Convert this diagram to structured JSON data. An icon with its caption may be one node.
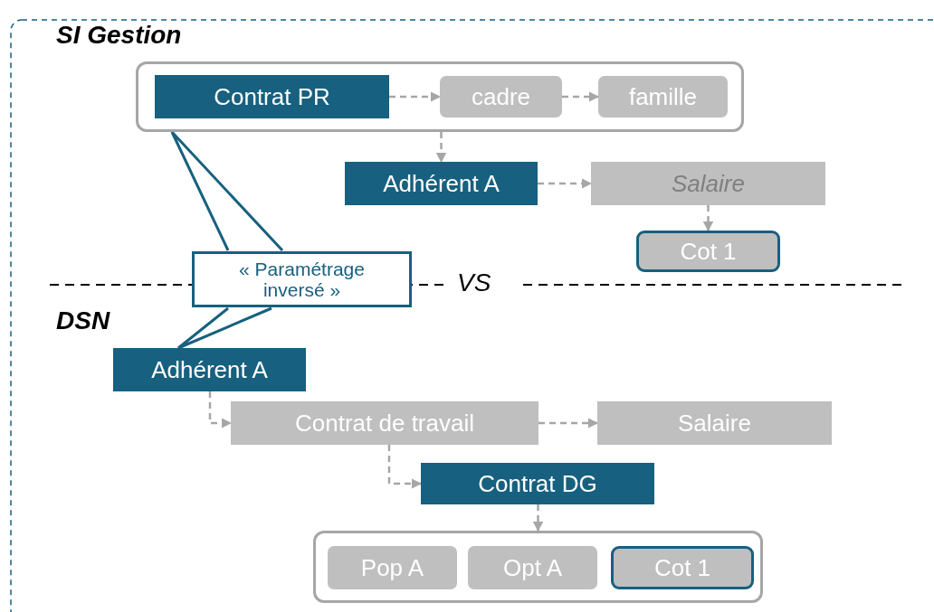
{
  "diagram": {
    "nodes": [
      {
        "text": [],
        "shape": "box"
      },
      {
        "text": [
          "Contrat PR"
        ],
        "in": 0
      },
      {
        "text": [
          "cadre"
        ],
        "in": 0
      },
      {
        "text": [
          "famille"
        ],
        "in": 0
      },
      {
        "text": [
          "Adhérent A"
        ]
      },
      {
        "text": [
          "Salaire"
        ]
      },
      {
        "text": [
          "Cot 1"
        ]
      },
      {
        "text": [
          "« Paramétrage inversé »"
        ]
      },
      {
        "text": [
          "Adhérent A"
        ]
      },
      {
        "text": [
          "Contrat de travail"
        ]
      },
      {
        "text": [
          "Salaire"
        ]
      },
      {
        "text": [
          "Contrat DG"
        ]
      },
      {
        "text": [],
        "shape": "box"
      },
      {
        "text": [
          "Pop A"
        ],
        "in": 12
      },
      {
        "text": [
          "Opt A"
        ],
        "in": 12
      },
      {
        "text": [
          "Cot 1"
        ],
        "in": 12
      }
    ],
    "edges": [
      {
        "from": 1,
        "to": 2,
        "arrow": "to",
        "style": "dashed"
      },
      {
        "from": 2,
        "to": 3,
        "arrow": "to",
        "style": "dashed"
      },
      {
        "from": 0,
        "to": 4,
        "arrow": "to",
        "style": "dashed"
      },
      {
        "from": 4,
        "to": 5,
        "arrow": "to",
        "style": "dashed"
      },
      {
        "from": 5,
        "to": 6,
        "arrow": "to",
        "style": "dashed"
      },
      {
        "from": 7,
        "to": 0,
        "arrow": "none",
        "color": "#17607f"
      },
      {
        "from": 7,
        "to": 8,
        "arrow": "none",
        "color": "#17607f"
      },
      {
        "from": 8,
        "to": 9,
        "arrow": "to",
        "style": "dashed"
      },
      {
        "from": 9,
        "to": 10,
        "arrow": "to",
        "style": "dashed"
      },
      {
        "from": 9,
        "to": 11,
        "arrow": "to",
        "style": "dashed"
      },
      {
        "from": 11,
        "to": 12,
        "arrow": "to",
        "style": "dashed"
      }
    ],
    "labels": [
      "SI Gestion",
      "VS",
      "DSN"
    ]
  }
}
